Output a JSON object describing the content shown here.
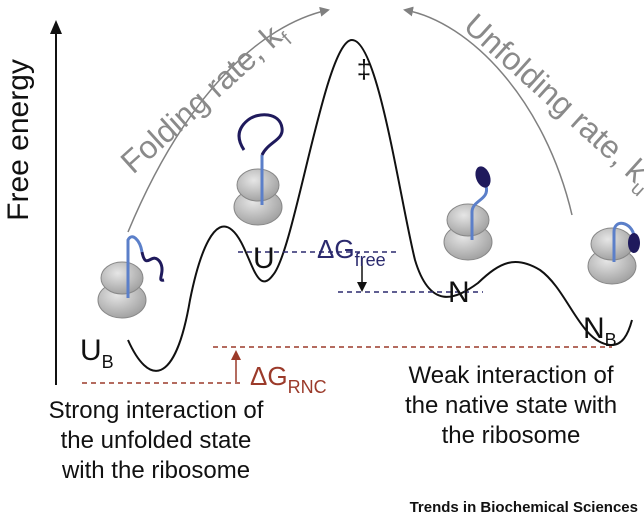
{
  "axis": {
    "ylabel": "Free energy"
  },
  "arrows": {
    "folding": {
      "label": "Folding rate, k",
      "sub": "f"
    },
    "unfolding": {
      "label": "Unfolding rate, k",
      "sub": "u"
    }
  },
  "states": {
    "ts": "‡",
    "u": "U",
    "ub_main": "U",
    "ub_sub": "B",
    "n": "N",
    "nb_main": "N",
    "nb_sub": "B"
  },
  "energies": {
    "dg_free": {
      "main": "ΔG",
      "sub": "free"
    },
    "dg_rnc": {
      "main": "ΔG",
      "sub": "RNC"
    }
  },
  "notes": {
    "strong": [
      "Strong interaction of",
      "the unfolded state",
      "with the ribosome"
    ],
    "weak": [
      "Weak interaction of",
      "the native state with",
      "the ribosome"
    ]
  },
  "footer": {
    "source": "Trends in Biochemical Sciences"
  },
  "colors": {
    "curve": "#111111",
    "arrow_gray": "#808080",
    "label_gray": "#8a8a8a",
    "dg_free": "#2b2a6e",
    "dg_rnc": "#9b3a2a",
    "ribosome": "#b9b9b9",
    "chain_blue": "#5b7fc9",
    "chain_navy": "#1f1a5c"
  }
}
